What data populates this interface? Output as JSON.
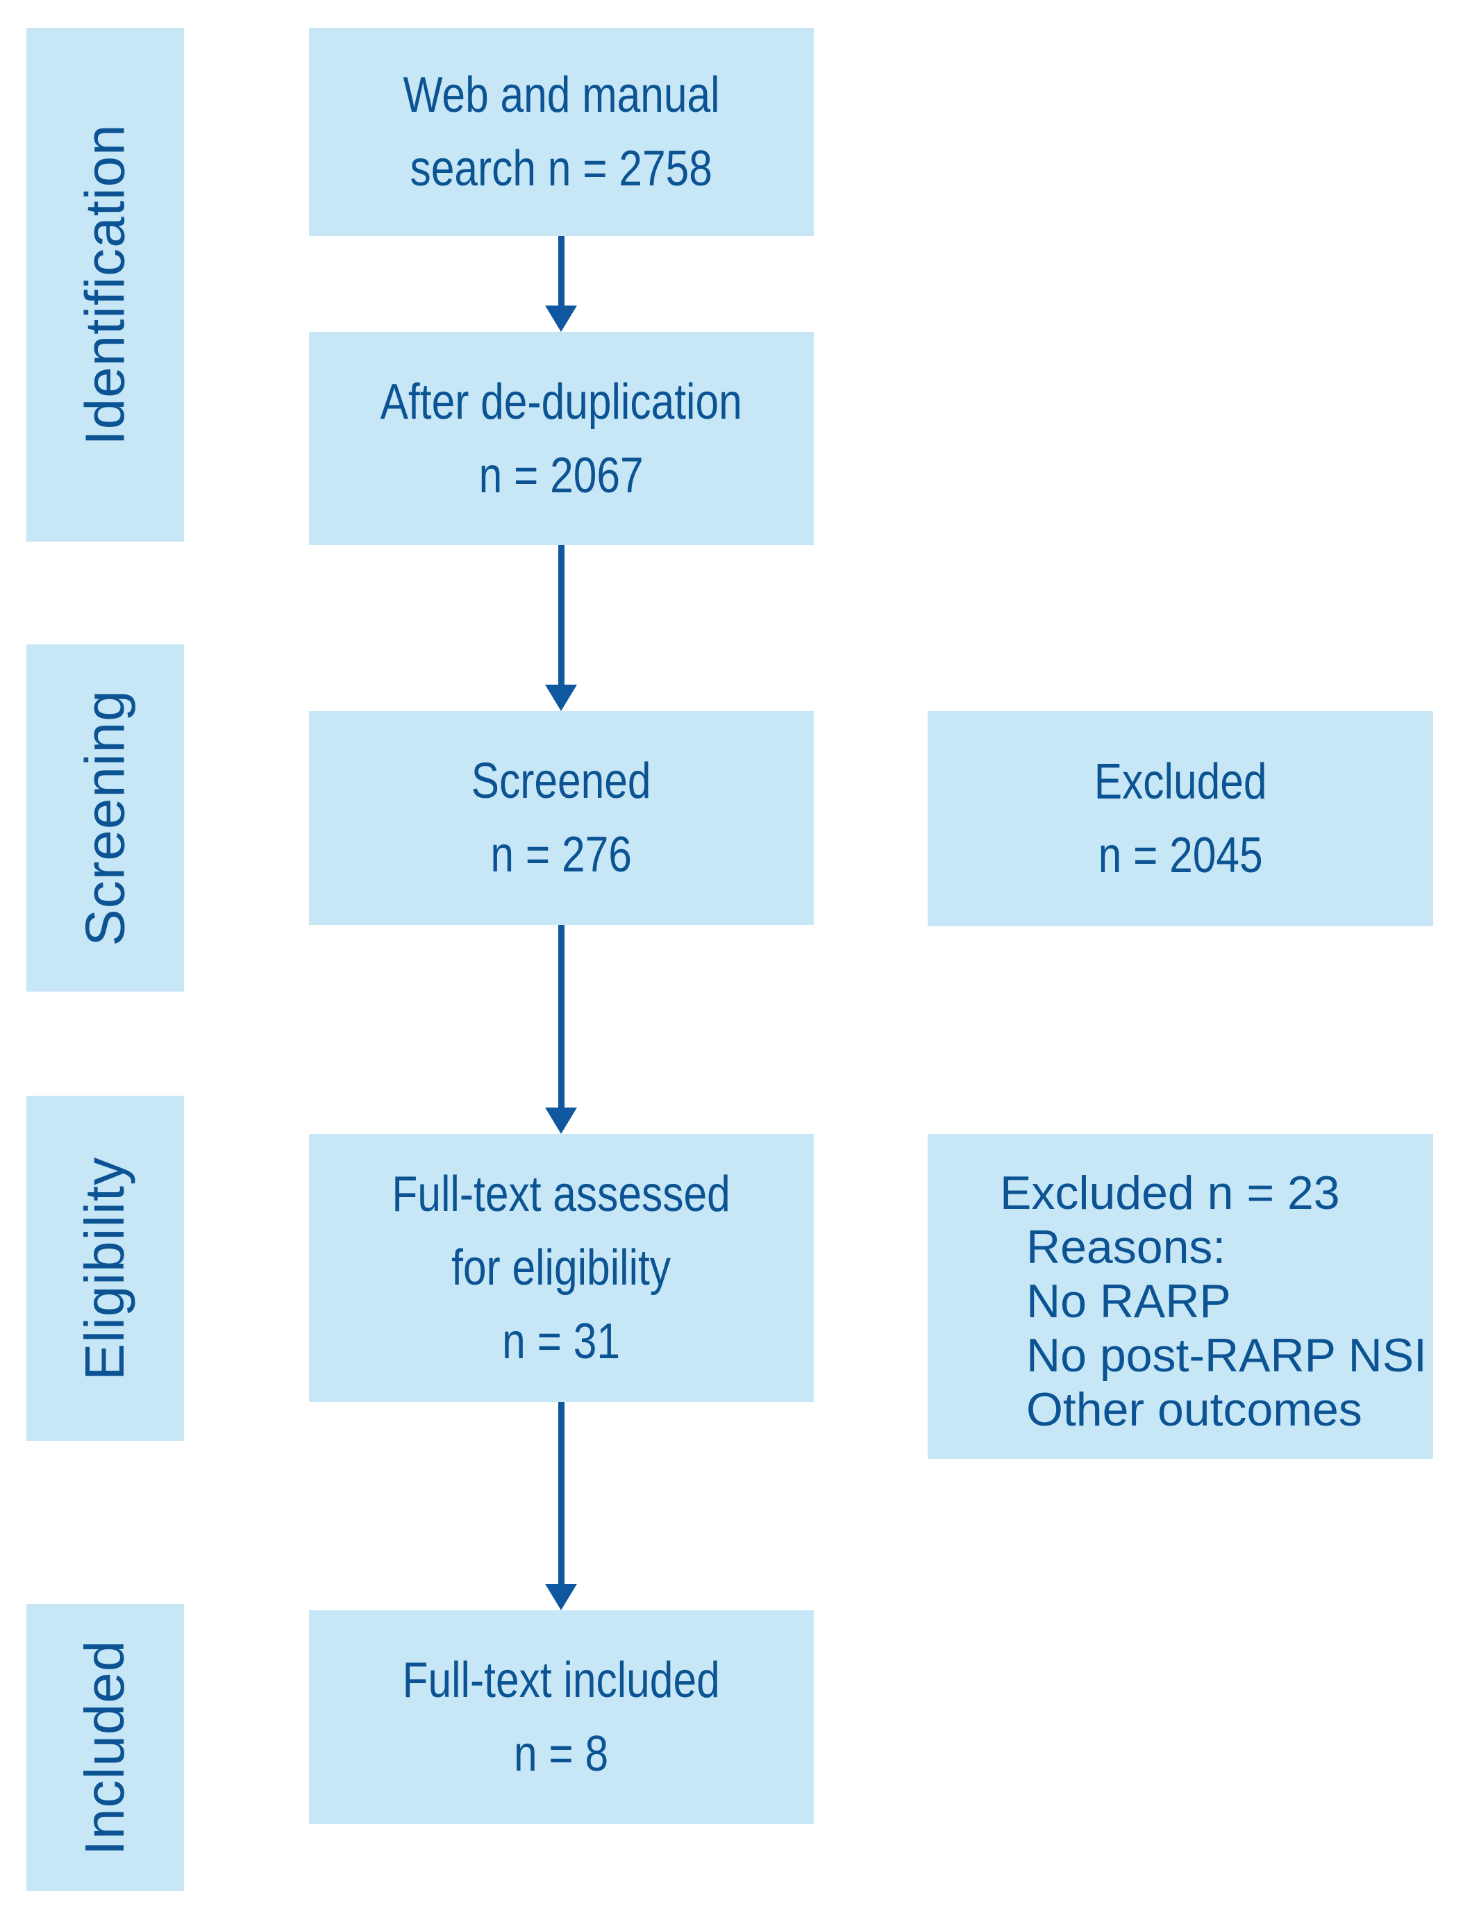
{
  "palette": {
    "box_fill": "#c7e7f7",
    "text_blue": "#0b5392",
    "arrow_blue": "#0f58a0",
    "background": "#ffffff"
  },
  "stages": {
    "identification": "Identification",
    "screening": "Screening",
    "eligibility": "Eligibility",
    "included": "Included"
  },
  "flow": {
    "web_search": {
      "line1": "Web and manual",
      "line2": "search n = 2758"
    },
    "deduplication": {
      "line1": "After de-duplication",
      "line2": "n = 2067"
    },
    "screened": {
      "line1": "Screened",
      "line2": "n = 276"
    },
    "fulltext_assessed": {
      "line1": "Full-text assessed",
      "line2": "for eligibility",
      "line3": "n = 31"
    },
    "fulltext_included": {
      "line1": "Full-text included",
      "line2": "n = 8"
    }
  },
  "exclusions": {
    "screening": {
      "line1": "Excluded",
      "line2": "n = 2045"
    },
    "eligibility": {
      "title": "Excluded n = 23",
      "reasons_label": "Reasons:",
      "reasons": [
        "No RARP",
        "No post-RARP NSI",
        "Other outcomes"
      ]
    }
  }
}
